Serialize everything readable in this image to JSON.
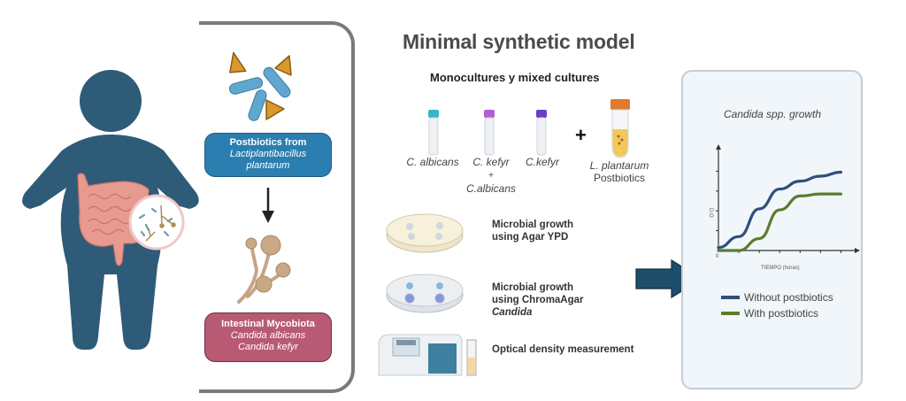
{
  "left": {
    "person_icon": "person-with-intestine-icon",
    "postbiotics_box": {
      "title": "Postbiotics from",
      "species_line1": "Lactiplantibacillus",
      "species_line2": "plantarum"
    },
    "mycobiota_box": {
      "title": "Intestinal Mycobiota",
      "species_line1": "Candida albicans",
      "species_line2": "Candida kefyr"
    }
  },
  "middle": {
    "title": "Minimal synthetic model",
    "subtitle": "Monocultures  y mixed cultures",
    "tubes": [
      {
        "label": "C. albicans",
        "cap_color": "#3bb3c9"
      },
      {
        "label_line1": "C. kefyr",
        "label_line2": "+",
        "label_line3": "C.albicans",
        "cap_color": "#b25fd0"
      },
      {
        "label": "C.kefyr",
        "cap_color": "#6b3fc4"
      }
    ],
    "plus": "+",
    "postbiotic_tube": {
      "label_line1": "L. plantarum",
      "label_line2": "Postbiotics",
      "cap_color": "#e07a2e"
    },
    "methods": [
      {
        "line1": "Microbial growth",
        "line2": "using Agar YPD"
      },
      {
        "line1": "Microbial growth",
        "line2": "using  ChromaAgar",
        "line3": "Candida"
      },
      {
        "line1": "Optical density measurement"
      }
    ]
  },
  "colors": {
    "person": "#2e5b78",
    "arrow": "#1f4e6b",
    "without": "#2e4f79",
    "with": "#5a7d2e"
  },
  "chart_data": {
    "type": "line",
    "title": "Candida spp. growth",
    "xlabel": "TIEMPO (horas)",
    "ylabel": "D.O",
    "x_origin_label": "0",
    "x": [
      0,
      1,
      2,
      3,
      4,
      5,
      6
    ],
    "xlim": [
      0,
      6.5
    ],
    "ylim": [
      0,
      5
    ],
    "grid": false,
    "legend_position": "bottom",
    "series": [
      {
        "name": "Without postbiotics",
        "color": "#2e4f79",
        "values": [
          0.15,
          0.7,
          2.1,
          3.1,
          3.5,
          3.75,
          3.95
        ]
      },
      {
        "name": "With postbiotics",
        "color": "#5a7d2e",
        "values": [
          0.0,
          0.0,
          0.6,
          2.05,
          2.75,
          2.85,
          2.85
        ]
      }
    ]
  }
}
